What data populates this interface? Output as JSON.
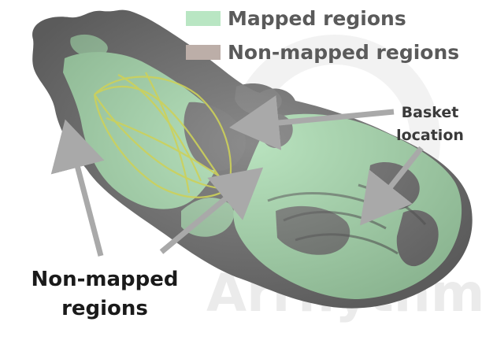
{
  "legend": {
    "items": [
      {
        "label": "Mapped regions",
        "color": "#b9e6c3"
      },
      {
        "label": "Non-mapped regions",
        "color": "#bcaea8"
      }
    ]
  },
  "annotations": {
    "basket_location": {
      "lines": [
        "Basket",
        "location"
      ]
    },
    "non_mapped_regions": {
      "lines": [
        "Non-mapped",
        "regions"
      ]
    }
  },
  "watermark": {
    "text": "Arrhythmi"
  },
  "colors": {
    "mapped_surface": "#a9dcb0",
    "non_mapped_surface": "#6f6f6f",
    "basket_splines": "#cdd15a",
    "arrow": "#a9a9a9"
  }
}
